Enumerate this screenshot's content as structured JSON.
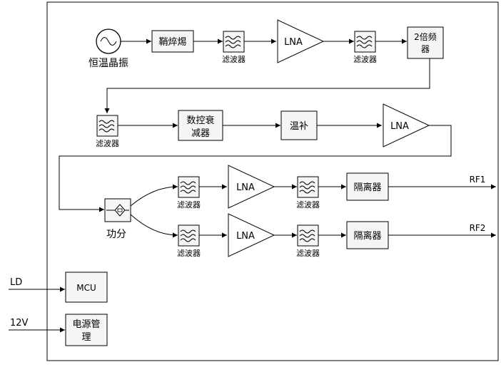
{
  "blocks": {
    "osc_label": "恒温晶振",
    "pll_label": "鞘焠焬",
    "doubler_line1": "2倍频",
    "doubler_line2": "器",
    "atten_line1": "数控衰",
    "atten_line2": "减器",
    "tempcomp_label": "温补",
    "splitter_label": "功分",
    "isolator_label": "隔离器",
    "mcu_label": "MCU",
    "power_line1": "电源管",
    "power_line2": "理",
    "lna_label": "LNA",
    "filter_label": "滤波器"
  },
  "ports": {
    "rf1": "RF1",
    "rf2": "RF2",
    "ld": "LD",
    "v12": "12V"
  }
}
